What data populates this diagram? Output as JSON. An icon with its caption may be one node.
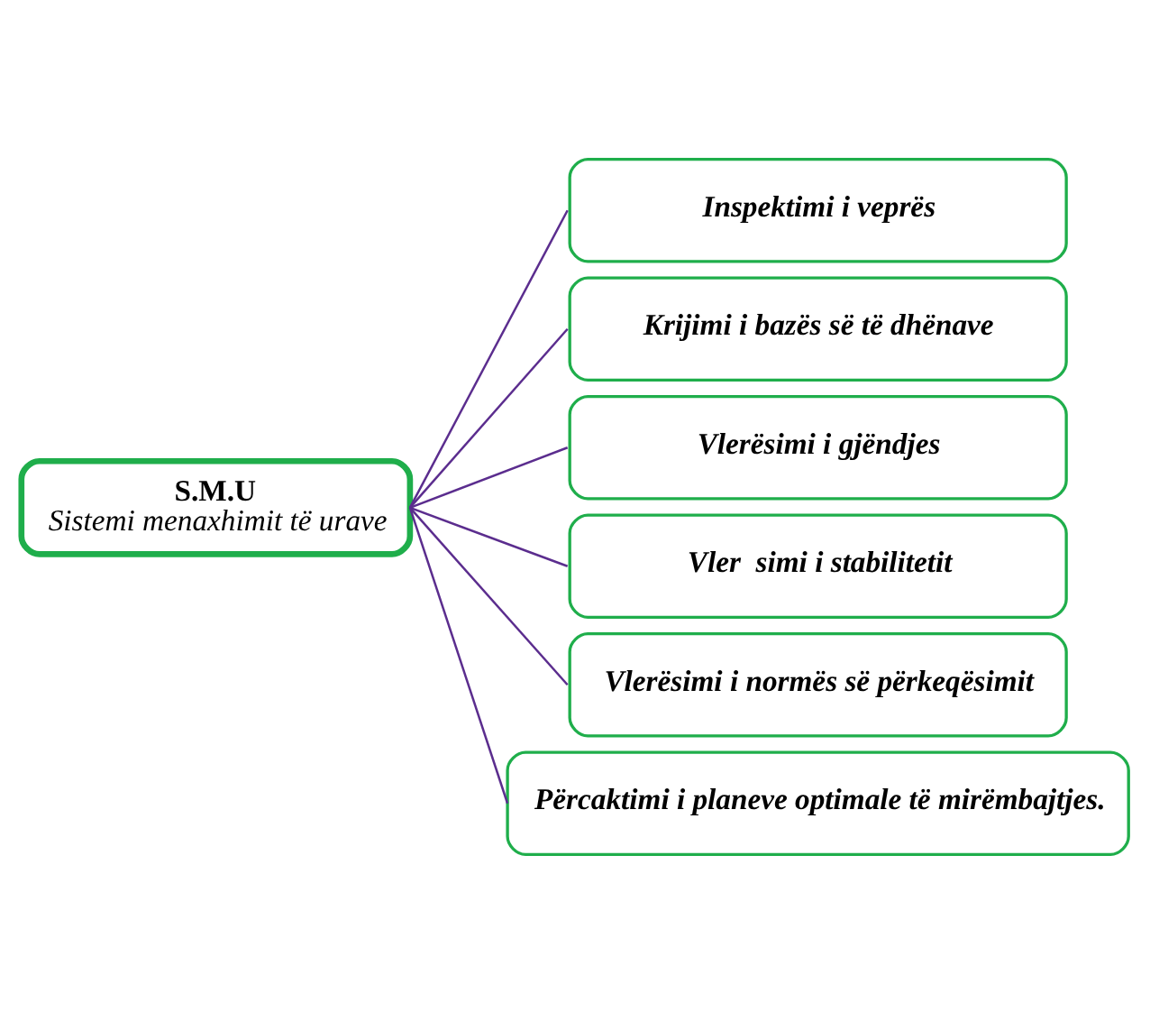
{
  "diagram": {
    "nodes": [
      {
        "text": [
          "S.M.U",
          "Sistemi menaxhimit të urave"
        ]
      },
      {
        "text": [
          "Inspektimi i veprës"
        ]
      },
      {
        "text": [
          "Krijimi i bazës së të dhënave"
        ]
      },
      {
        "text": [
          "Vlerësimi i gjëndjes"
        ]
      },
      {
        "text": [
          "Vler  simi i stabilitetit"
        ]
      },
      {
        "text": [
          "Vlerësimi i normës së përkeqësimit"
        ]
      },
      {
        "text": [
          "Përcaktimi i planeve optimale të mirëmbajtjes."
        ]
      }
    ],
    "edges": [
      {
        "from": 0,
        "to": 1,
        "arrow": "none"
      },
      {
        "from": 0,
        "to": 2,
        "arrow": "none"
      },
      {
        "from": 0,
        "to": 3,
        "arrow": "none"
      },
      {
        "from": 0,
        "to": 4,
        "arrow": "none"
      },
      {
        "from": 0,
        "to": 5,
        "arrow": "none"
      },
      {
        "from": 0,
        "to": 6,
        "arrow": "none"
      }
    ]
  }
}
